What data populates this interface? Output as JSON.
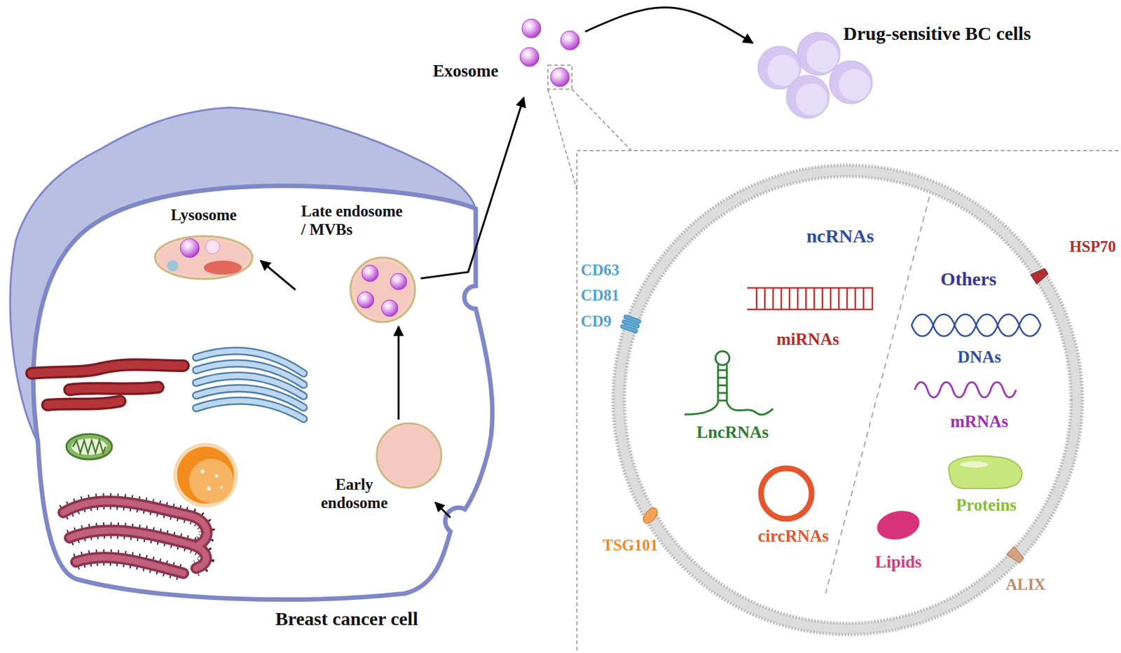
{
  "diagram": {
    "nodes": [
      {
        "text": [
          "Breast cancer cell"
        ]
      },
      {
        "text": [
          "Lysosome"
        ],
        "in": 0
      },
      {
        "text": [
          "Late endosome / MVBs"
        ],
        "in": 0
      },
      {
        "text": [
          "Early endosome"
        ],
        "in": 0
      },
      {
        "text": [
          "Exosome"
        ]
      },
      {
        "text": [
          "Drug-sensitive BC cells"
        ]
      }
    ],
    "edges": [
      {
        "from": 3,
        "to": 2,
        "arrow": "to"
      },
      {
        "from": 2,
        "to": 1,
        "arrow": "to"
      },
      {
        "from": 2,
        "to": 4,
        "arrow": "to"
      },
      {
        "from": 4,
        "to": 5,
        "arrow": "to"
      }
    ],
    "labels": [
      "CD63",
      "CD81",
      "CD9",
      "ncRNAs",
      "miRNAs",
      "LncRNAs",
      "circRNAs",
      "Others",
      "DNAs",
      "mRNAs",
      "Proteins",
      "Lipids",
      "HSP70",
      "TSG101",
      "ALIX"
    ]
  }
}
